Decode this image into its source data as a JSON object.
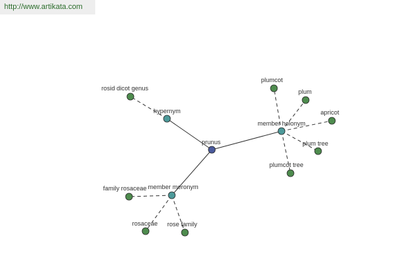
{
  "header": {
    "url": "http://www.artikata.com"
  },
  "colors": {
    "root": "#4a5a9c",
    "relation": "#4d9a9a",
    "leaf": "#4e8c4e"
  },
  "graph": {
    "nodes": [
      {
        "id": "prunus",
        "label": "prunus",
        "kind": "root"
      },
      {
        "id": "hypernym",
        "label": "hypernym",
        "kind": "relation"
      },
      {
        "id": "member_holonym",
        "label": "member holonym",
        "kind": "relation"
      },
      {
        "id": "member_meronym",
        "label": "member meronym",
        "kind": "relation"
      },
      {
        "id": "rosid_dicot_genus",
        "label": "rosid dicot genus",
        "kind": "leaf"
      },
      {
        "id": "plumcot",
        "label": "plumcot",
        "kind": "leaf"
      },
      {
        "id": "plum",
        "label": "plum",
        "kind": "leaf"
      },
      {
        "id": "apricot",
        "label": "apricot",
        "kind": "leaf"
      },
      {
        "id": "plum_tree",
        "label": "plum tree",
        "kind": "leaf"
      },
      {
        "id": "plumcot_tree",
        "label": "plumcot tree",
        "kind": "leaf"
      },
      {
        "id": "family_rosaceae",
        "label": "family rosaceae",
        "kind": "leaf"
      },
      {
        "id": "rosaceae",
        "label": "rosaceae",
        "kind": "leaf"
      },
      {
        "id": "rose_family",
        "label": "rose family",
        "kind": "leaf"
      }
    ],
    "edges": [
      {
        "from": "prunus",
        "to": "hypernym",
        "style": "solid"
      },
      {
        "from": "prunus",
        "to": "member_holonym",
        "style": "solid"
      },
      {
        "from": "prunus",
        "to": "member_meronym",
        "style": "solid"
      },
      {
        "from": "hypernym",
        "to": "rosid_dicot_genus",
        "style": "dashed"
      },
      {
        "from": "member_holonym",
        "to": "plumcot",
        "style": "dashed"
      },
      {
        "from": "member_holonym",
        "to": "plum",
        "style": "dashed"
      },
      {
        "from": "member_holonym",
        "to": "apricot",
        "style": "dashed"
      },
      {
        "from": "member_holonym",
        "to": "plum_tree",
        "style": "dashed"
      },
      {
        "from": "member_holonym",
        "to": "plumcot_tree",
        "style": "dashed"
      },
      {
        "from": "member_meronym",
        "to": "family_rosaceae",
        "style": "dashed"
      },
      {
        "from": "member_meronym",
        "to": "rosaceae",
        "style": "dashed"
      },
      {
        "from": "member_meronym",
        "to": "rose_family",
        "style": "dashed"
      }
    ]
  }
}
